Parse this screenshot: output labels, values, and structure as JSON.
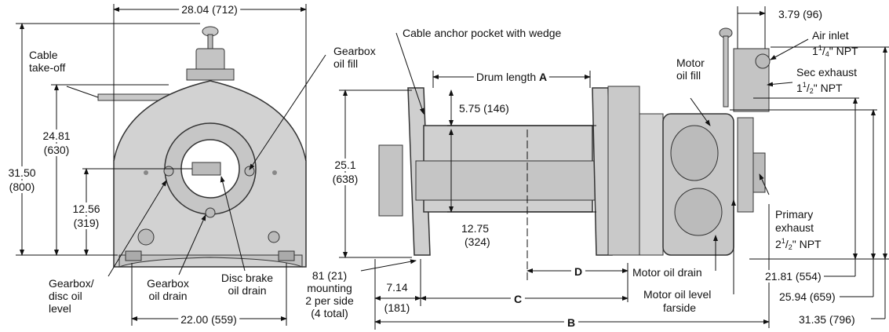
{
  "front_view": {
    "width_dim": "28.04 (712)",
    "height_total_1": "31.50",
    "height_total_2": "(800)",
    "h_mid_1": "24.81",
    "h_mid_2": "(630)",
    "h_low_1": "12.56",
    "h_low_2": "(319)",
    "base_width": "22.00 (559)",
    "cable_takeoff_1": "Cable",
    "cable_takeoff_2": "take-off",
    "gearbox_fill_1": "Gearbox",
    "gearbox_fill_2": "oil fill",
    "gearbox_disc_1": "Gearbox/",
    "gearbox_disc_2": "disc oil",
    "gearbox_disc_3": "level",
    "gearbox_drain_1": "Gearbox",
    "gearbox_drain_2": "oil drain",
    "disc_brake_1": "Disc brake",
    "disc_brake_2": "oil drain"
  },
  "side_view": {
    "cable_anchor": "Cable anchor pocket with wedge",
    "drum_length": "Drum length",
    "drum_length_letter": "A",
    "d_575": "5.75 (146)",
    "d_251_1": "25.1",
    "d_251_2": "(638)",
    "d_1275_1": "12.75",
    "d_1275_2": "(324)",
    "mount_1": "81 (21)",
    "mount_2": "mounting",
    "mount_3": "2 per side",
    "mount_4": "(4 total)",
    "d_714_1": "7.14",
    "d_714_2": "(181)",
    "letter_c": "C",
    "letter_d": "D",
    "letter_b": "B",
    "d_379": "3.79 (96)",
    "air_inlet_1": "Air inlet",
    "air_inlet_2_pre": "1",
    "air_inlet_2_sup": "1",
    "air_inlet_2_sub": "4",
    "air_inlet_2_post": "\" NPT",
    "motor_fill_1": "Motor",
    "motor_fill_2": "oil fill",
    "sec_exhaust_1": "Sec exhaust",
    "sec_exhaust_2_pre": "1",
    "sec_exhaust_2_sup": "1",
    "sec_exhaust_2_sub": "2",
    "sec_exhaust_2_post": "\" NPT",
    "primary_1": "Primary",
    "primary_2": "exhaust",
    "primary_3_pre": "2",
    "primary_3_sup": "1",
    "primary_3_sub": "2",
    "primary_3_post": "\" NPT",
    "motor_drain": "Motor oil drain",
    "motor_level_1": "Motor oil level",
    "motor_level_2": "farside",
    "d_2181": "21.81 (554)",
    "d_2594": "25.94 (659)",
    "d_3135": "31.35 (796)"
  }
}
